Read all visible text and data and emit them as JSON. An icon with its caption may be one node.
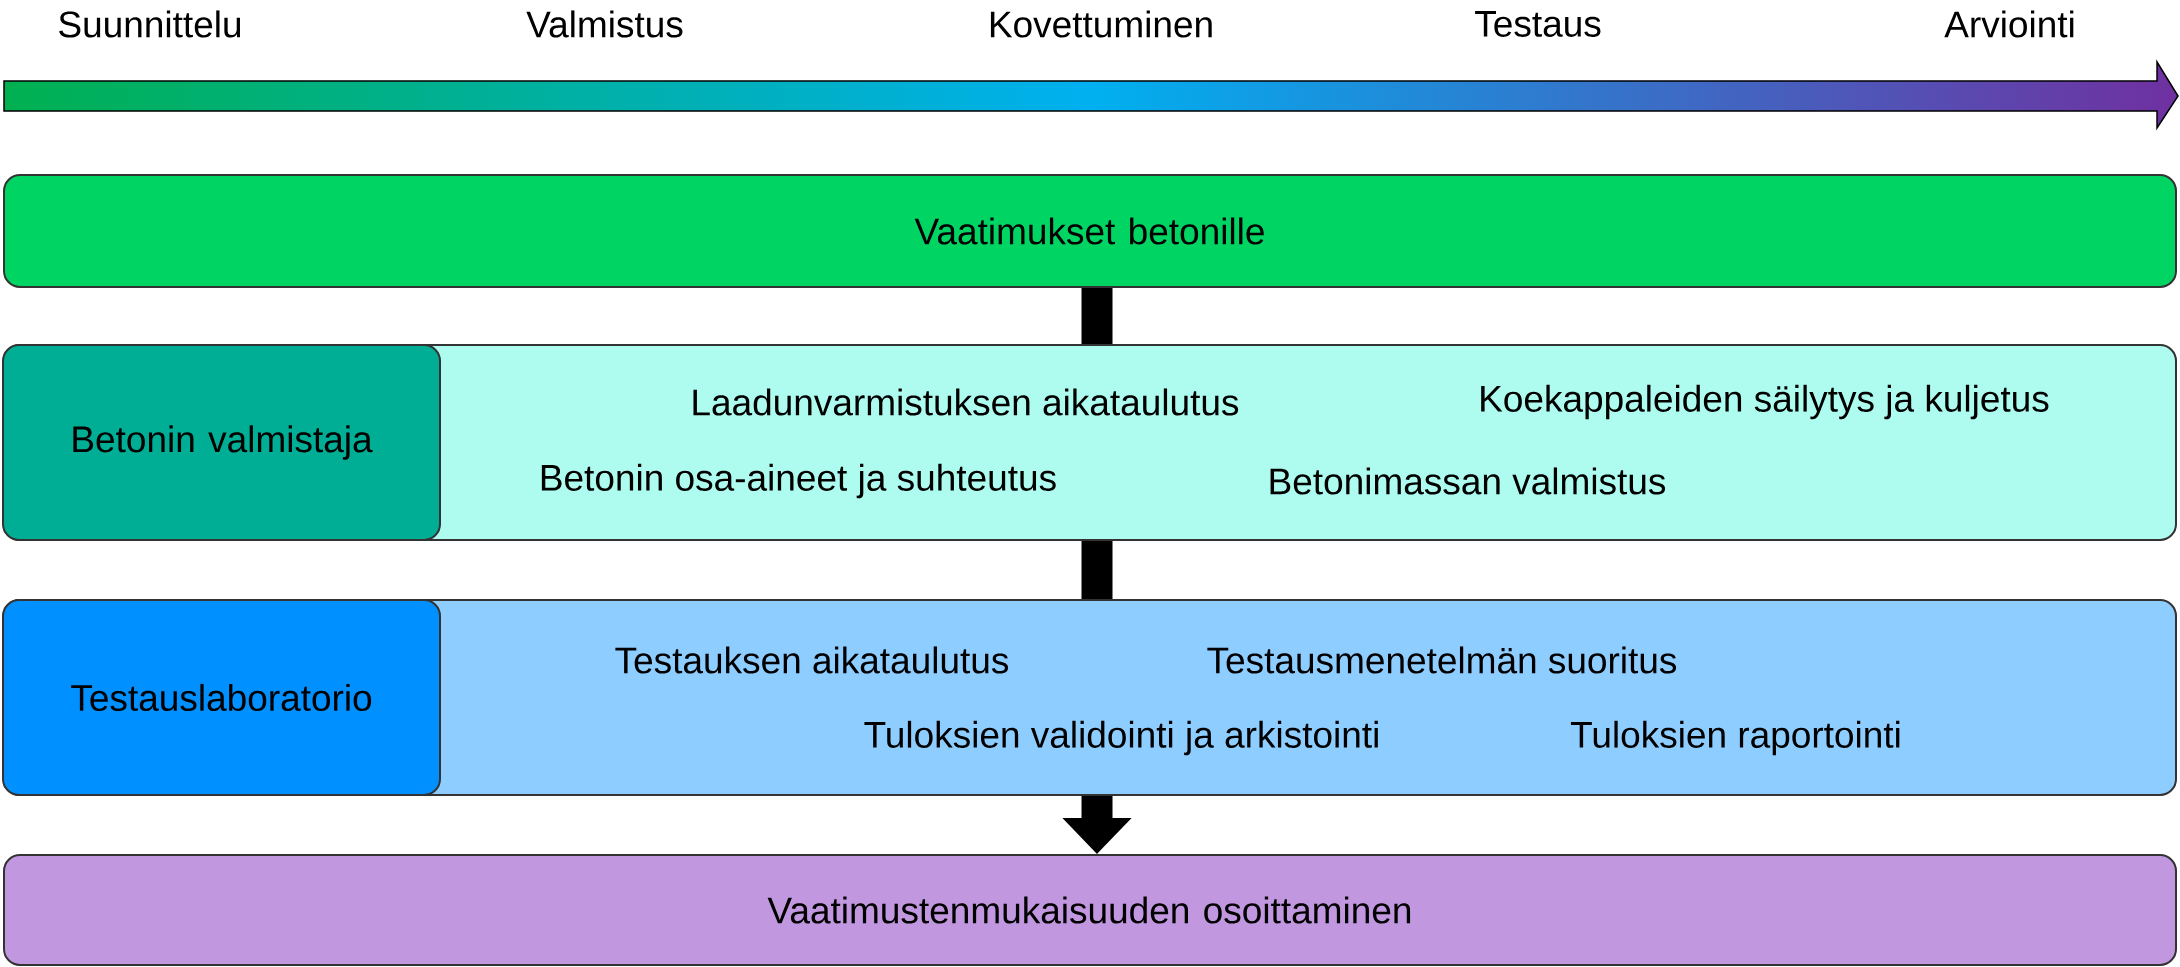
{
  "diagram": {
    "nodes": [
      {
        "text": [
          "Vaatimukset betonille"
        ]
      },
      {
        "text": [
          "Laadunvarmistuksen aikataulutus",
          "Koekappaleiden säilytys ja kuljetus",
          "Betonin osa-aineet ja suhteutus",
          "Betonimassan valmistus"
        ]
      },
      {
        "text": [
          "Betonin valmistaja"
        ],
        "in": 1
      },
      {
        "text": [
          "Testauksen aikataulutus",
          "Testausmenetelmän suoritus",
          "Tuloksien validointi ja arkistointi",
          "Tuloksien raportointi"
        ]
      },
      {
        "text": [
          "Testauslaboratorio"
        ],
        "in": 3
      },
      {
        "text": [
          "Vaatimustenmukaisuuden osoittaminen"
        ]
      }
    ],
    "edges": [
      {
        "from": 0,
        "to": 1,
        "arrow": "none"
      },
      {
        "from": 1,
        "to": 3,
        "arrow": "none"
      },
      {
        "from": 3,
        "to": 5,
        "arrow": "to"
      }
    ],
    "labels": [
      "Suunnittelu",
      "Valmistus",
      "Kovettuminen",
      "Testaus",
      "Arviointi"
    ]
  }
}
